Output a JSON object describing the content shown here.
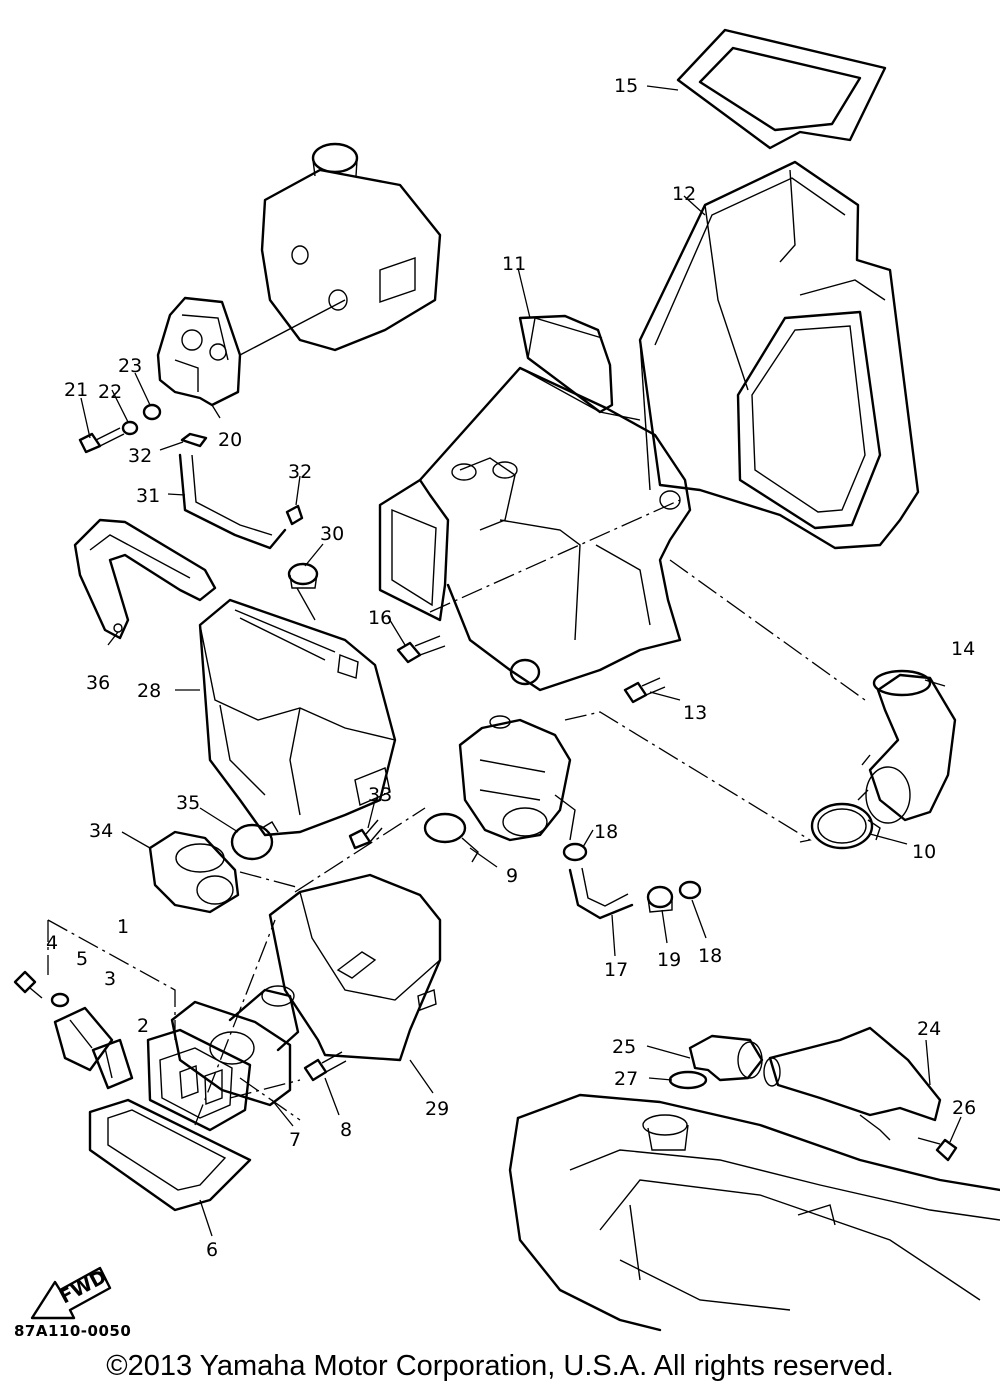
{
  "diagram": {
    "callouts": [
      "1",
      "2",
      "3",
      "4",
      "5",
      "6",
      "7",
      "8",
      "9",
      "10",
      "11",
      "12",
      "13",
      "14",
      "15",
      "16",
      "17",
      "18",
      "18",
      "19",
      "20",
      "21",
      "22",
      "23",
      "24",
      "25",
      "26",
      "27",
      "28",
      "29",
      "30",
      "31",
      "32",
      "32",
      "33",
      "34",
      "35",
      "36"
    ],
    "fwd_label": "FWD",
    "drawing_code": "87A110-0050"
  },
  "footer": {
    "copyright": "©2013 Yamaha Motor Corporation, U.S.A. All rights reserved."
  }
}
